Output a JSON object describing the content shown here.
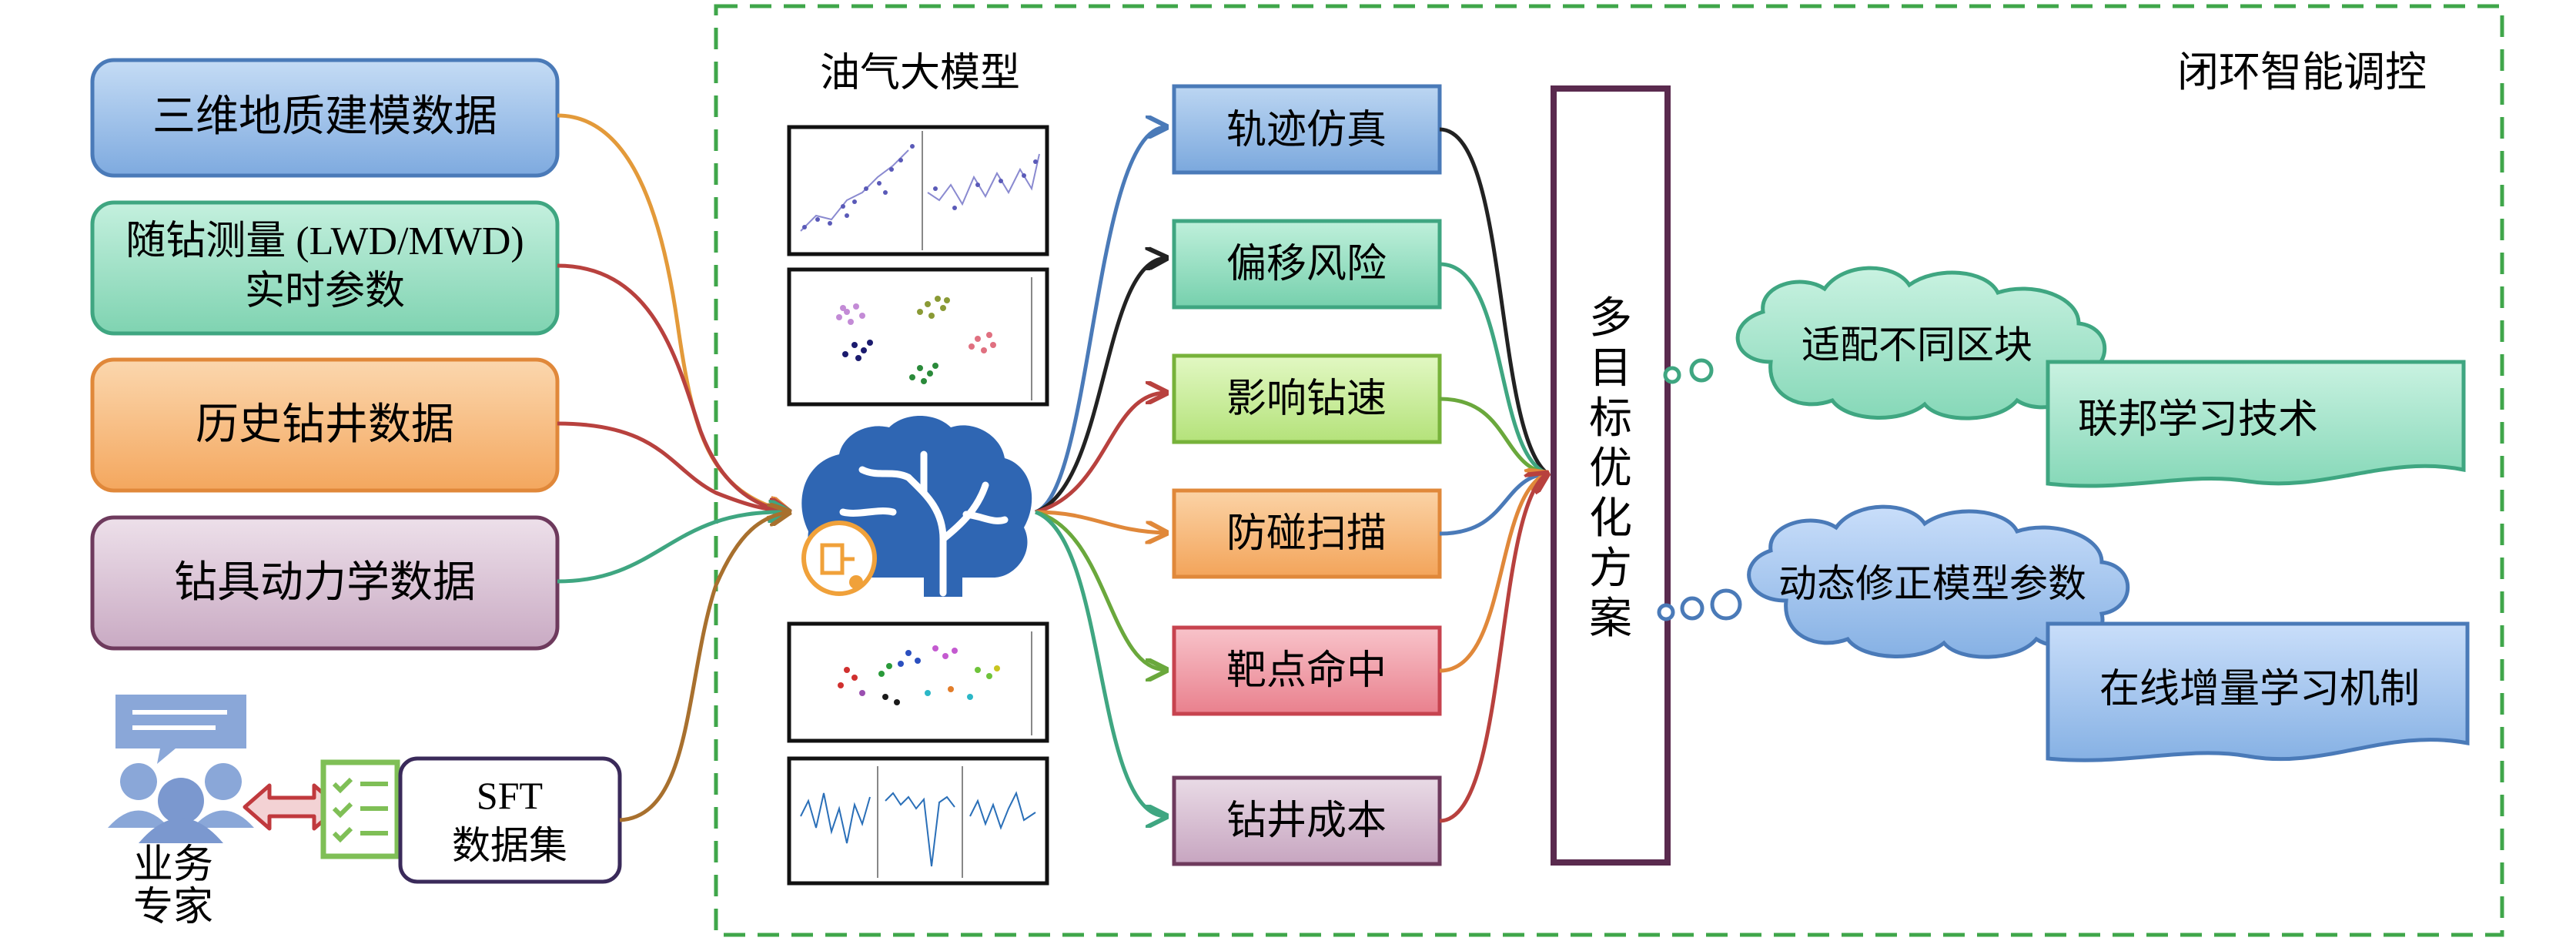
{
  "colors": {
    "blue_fill": "#8fb6e3",
    "blue_stroke": "#4a7ab8",
    "green_fill": "#8fdbc0",
    "green_stroke": "#3fa681",
    "orange_fill": "#f7b879",
    "orange_stroke": "#e0883a",
    "purple_fill": "#d6bfd2",
    "purple_stroke": "#6e3a5d",
    "lime_fill": "#c6ec8e",
    "lime_stroke": "#77b23a",
    "red_fill": "#f0909c",
    "red_stroke": "#c7434f",
    "dashed_border": "#3fa64a",
    "brain": "#2f66b3",
    "gear": "#f0a13a"
  },
  "inputs": {
    "geology": "三维地质建模数据",
    "lwd_line1": "随钻测量 (LWD/MWD)",
    "lwd_line2": "实时参数",
    "history": "历史钻井数据",
    "dynamics": "钻具动力学数据"
  },
  "expert": {
    "line1": "业务",
    "line2": "专家"
  },
  "sft": {
    "line1": "SFT",
    "line2": "数据集"
  },
  "model_title": "油气大模型",
  "loop_title": "闭环智能调控",
  "tasks": [
    "轨迹仿真",
    "偏移风险",
    "影响钻速",
    "防碰扫描",
    "靶点命中",
    "钻井成本"
  ],
  "multi_objective": [
    "多",
    "目",
    "标",
    "优",
    "化",
    "方",
    "案"
  ],
  "clouds": {
    "cloud1": "适配不同区块",
    "banner1": "联邦学习技术",
    "cloud2": "动态修正模型参数",
    "banner2": "在线增量学习机制"
  }
}
